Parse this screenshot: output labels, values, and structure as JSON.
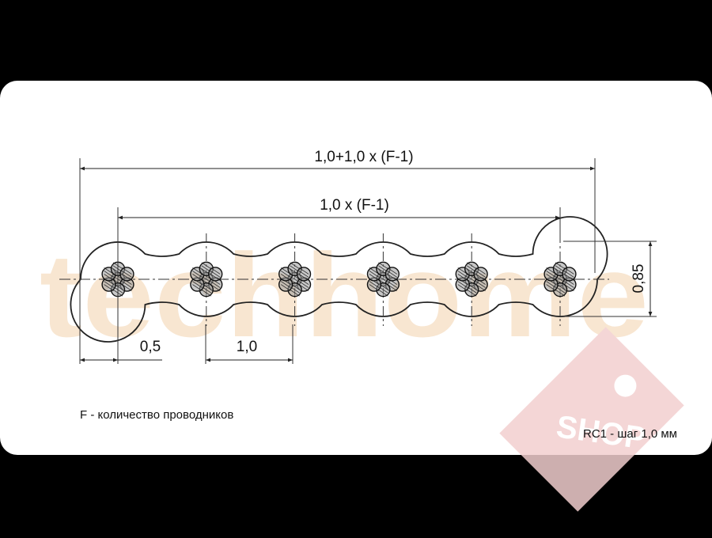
{
  "diagram": {
    "dims": {
      "total_width": "1,0+1,0 x (F-1)",
      "pitch_span": "1,0 x (F-1)",
      "edge_offset": "0,5",
      "pitch": "1,0",
      "height": "0,85"
    },
    "notes": {
      "f_definition": "F - количество проводников",
      "series": "RC1 - шаг 1,0 мм"
    },
    "conductor_count": 6,
    "watermark": {
      "brand": "techhome",
      "badge": "SHOP"
    },
    "colors": {
      "background": "#ffffff",
      "frame": "#000000",
      "line": "#222222",
      "watermark_text": "#f6dfc4",
      "watermark_badge": "#f2c8c8"
    }
  }
}
